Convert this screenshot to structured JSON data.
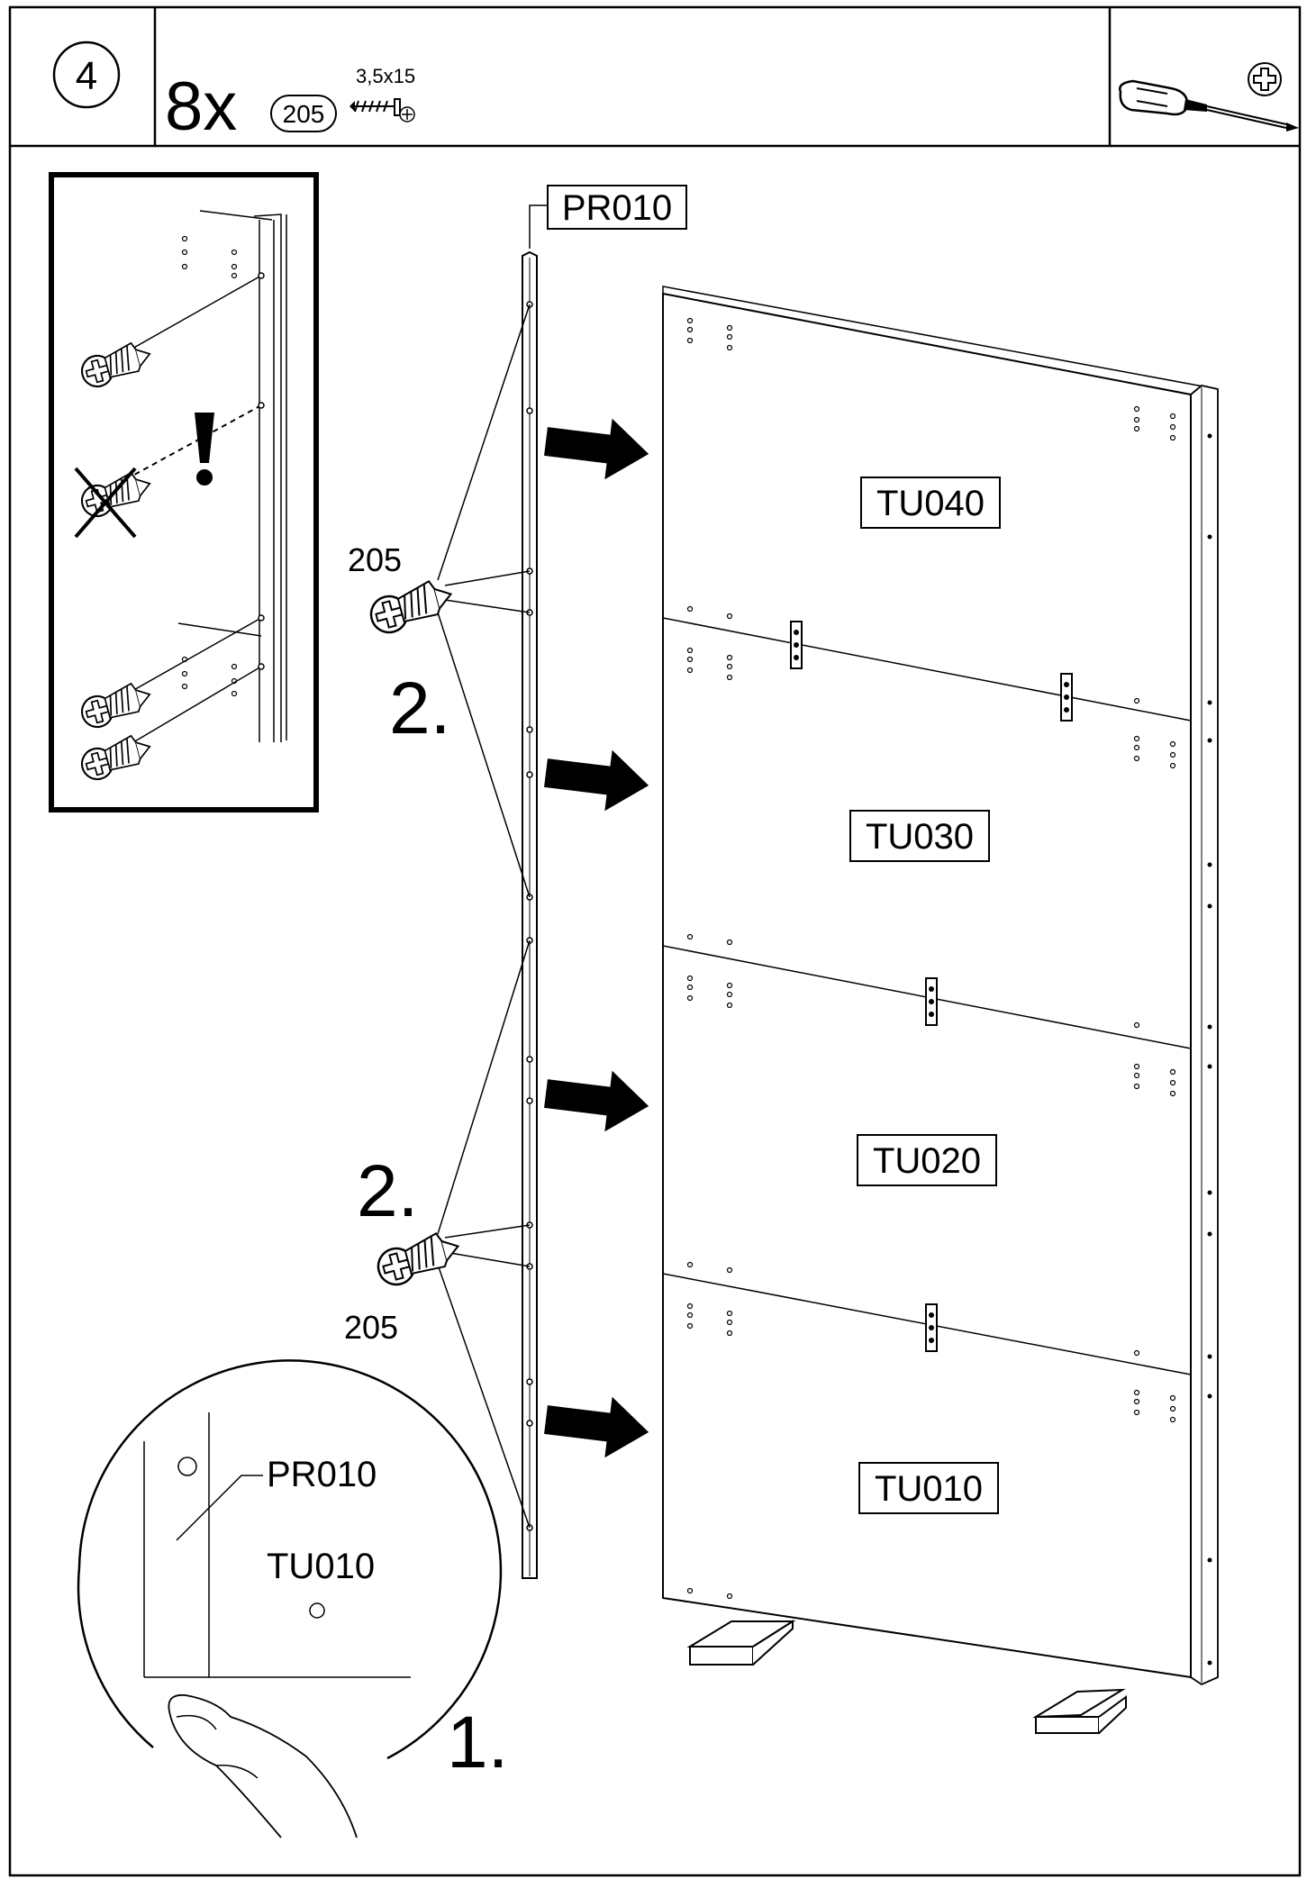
{
  "step": {
    "number": "4"
  },
  "hardware": {
    "quantity": "8x",
    "part_number": "205",
    "screw_size": "3,5x15",
    "tool_icon": "phillips-screwdriver-icon",
    "screw_icon": "screw-icon"
  },
  "parts": {
    "profile": "PR010",
    "panels": [
      "TU040",
      "TU030",
      "TU020",
      "TU010"
    ]
  },
  "callouts": {
    "screw_ref_top": "205",
    "screw_ref_bottom": "205",
    "step_2_top": "2.",
    "step_2_bottom": "2.",
    "step_1": "1."
  },
  "zoom": {
    "label_profile": "PR010",
    "label_panel": "TU010"
  },
  "warning": {
    "mark": "!",
    "icon": "exclamation-icon"
  }
}
